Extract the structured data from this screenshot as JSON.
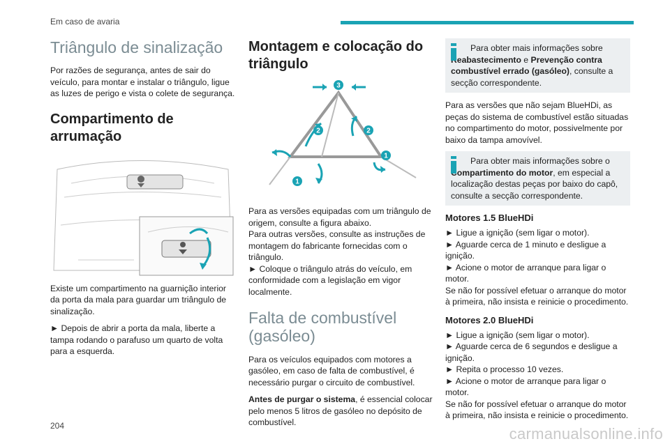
{
  "header": {
    "section": "Em caso de avaria"
  },
  "page_number": "204",
  "watermark": "carmanualsonline.info",
  "accent_color": "#1aa3b4",
  "col1": {
    "title": "Triângulo de sinalização",
    "intro": "Por razões de segurança, antes de sair do veículo, para montar e instalar o triângulo, ligue as luzes de perigo e vista o colete de segurança.",
    "storage_title": "Compartimento de arrumação",
    "storage_p1": "Existe um compartimento na guarnição interior da porta da mala para guardar um triângulo de sinalização.",
    "storage_p2": "► Depois de abrir a porta da mala, liberte a tampa rodando o parafuso um quarto de volta para a esquerda."
  },
  "col2": {
    "assembly_title": "Montagem e colocação do triângulo",
    "figure_labels": [
      "3",
      "2",
      "2",
      "1",
      "1"
    ],
    "assembly_p1": "Para as versões equipadas com um triângulo de origem, consulte a figura abaixo.",
    "assembly_p2": "Para outras versões, consulte as instruções de montagem do fabricante fornecidas com o triângulo.",
    "assembly_p3": "► Coloque o triângulo atrás do veículo, em conformidade com a legislação em vigor localmente.",
    "fuel_title": "Falta de combustível (gasóleo)",
    "fuel_p1": "Para os veículos equipados com motores a gasóleo, em caso de falta de combustível, é necessário purgar o circuito de combustível.",
    "fuel_p2_bold": "Antes de purgar o sistema",
    "fuel_p2_rest": ", é essencial colocar pelo menos 5 litros de gasóleo no depósito de combustível."
  },
  "col3": {
    "info1_a": "Para obter mais informações sobre ",
    "info1_b1": "Reabastecimento",
    "info1_and": " e ",
    "info1_b2": "Prevenção contra combustível errado (gasóleo)",
    "info1_c": ", consulte a secção correspondente.",
    "p_versions": "Para as versões que não sejam BlueHDi, as peças do sistema de combustível estão situadas no compartimento do motor, possivelmente por baixo da tampa amovível.",
    "info2_a": "Para obter mais informações sobre o ",
    "info2_b": "Compartimento do motor",
    "info2_c": ", em especial a localização destas peças por baixo do capô, consulte a secção correspondente.",
    "eng15_title": "Motores 1.5 BlueHDi",
    "eng15_s1": "► Ligue a ignição (sem ligar o motor).",
    "eng15_s2": "► Aguarde cerca de 1 minuto e desligue a ignição.",
    "eng15_s3": "► Acione o motor de arranque para ligar o motor.",
    "eng15_s4": "Se não for possível efetuar o arranque do motor à primeira, não insista e reinicie o procedimento.",
    "eng20_title": "Motores 2.0 BlueHDi",
    "eng20_s1": "► Ligue a ignição (sem ligar o motor).",
    "eng20_s2": "► Aguarde cerca de 6 segundos e desligue a ignição.",
    "eng20_s3": "► Repita o processo 10 vezes.",
    "eng20_s4": "► Acione o motor de arranque para ligar o motor.",
    "eng20_s5": "Se não for possível efetuar o arranque do motor à primeira, não insista e reinicie o procedimento."
  }
}
